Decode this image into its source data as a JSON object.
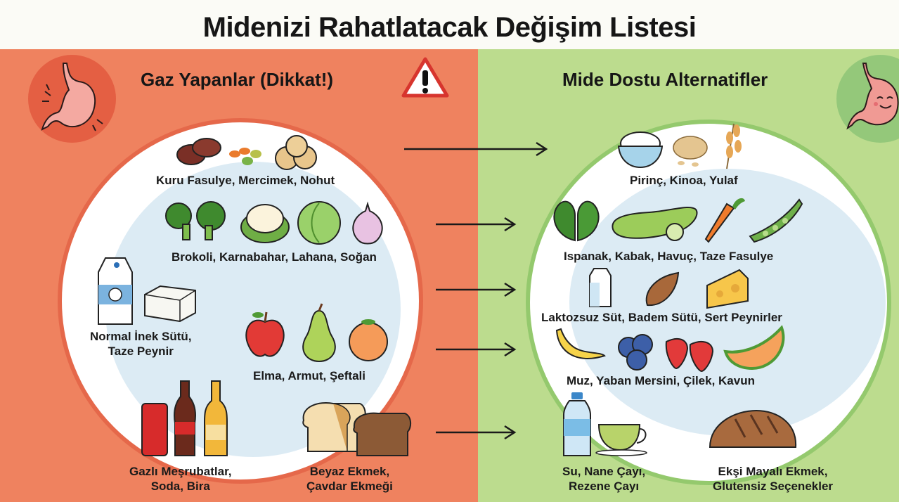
{
  "title": "Midenizi Rahatlatacak Değişim Listesi",
  "colors": {
    "left_panel": "#ef825f",
    "right_panel": "#bcdc8e",
    "plate_inner": "#dcebf4",
    "left_accent": "#e5684a",
    "right_accent": "#94c96d"
  },
  "left": {
    "heading": "Gaz Yapanlar (Dikkat!)",
    "heading_icon": "warning-triangle-icon",
    "badge_icon": "upset-stomach-icon",
    "groups": [
      {
        "label": "Kuru Fasulye, Mercimek, Nohut",
        "icons": [
          "kidney-bean-icon",
          "lentil-icon",
          "chickpea-icon"
        ]
      },
      {
        "label": "Brokoli, Karnabahar, Lahana, Soğan",
        "icons": [
          "broccoli-icon",
          "cauliflower-icon",
          "cabbage-icon",
          "onion-icon"
        ]
      },
      {
        "label_line1": "Normal İnek Sütü,",
        "label_line2": "Taze Peynir",
        "icons": [
          "milk-carton-icon",
          "fresh-cheese-icon"
        ]
      },
      {
        "label": "Elma, Armut, Şeftali",
        "icons": [
          "apple-icon",
          "pear-icon",
          "peach-icon"
        ]
      },
      {
        "label_line1": "Gazlı Meşrubatlar,",
        "label_line2": "Soda, Bira",
        "icons": [
          "soda-can-icon",
          "cola-bottle-icon",
          "beer-bottle-icon"
        ]
      },
      {
        "label_line1": "Beyaz Ekmek,",
        "label_line2": "Çavdar Ekmeği",
        "icons": [
          "white-bread-icon",
          "rye-bread-icon"
        ]
      }
    ]
  },
  "right": {
    "heading": "Mide Dostu Alternatifler",
    "badge_icon": "happy-stomach-icon",
    "groups": [
      {
        "label": "Pirinç, Kinoa, Yulaf",
        "icons": [
          "rice-bowl-icon",
          "quinoa-icon",
          "oat-stalk-icon"
        ]
      },
      {
        "label": "Ispanak, Kabak, Havuç, Taze Fasulye",
        "icons": [
          "spinach-icon",
          "zucchini-icon",
          "carrot-icon",
          "green-bean-icon"
        ]
      },
      {
        "label": "Laktozsuz Süt, Badem Sütü, Sert Peynirler",
        "icons": [
          "lactose-free-milk-icon",
          "almond-icon",
          "hard-cheese-icon"
        ]
      },
      {
        "label": "Muz, Yaban Mersini, Çilek, Kavun",
        "icons": [
          "banana-icon",
          "blueberry-icon",
          "strawberry-icon",
          "melon-icon"
        ]
      },
      {
        "label_line1": "Su, Nane Çayı,",
        "label_line2": "Rezene Çayı",
        "icons": [
          "water-bottle-icon",
          "herbal-tea-icon"
        ]
      },
      {
        "label_line1": "Ekşi Mayalı Ekmek,",
        "label_line2": "Glutensiz Seçenekler",
        "icons": [
          "sourdough-bread-icon"
        ]
      }
    ]
  },
  "arrows": [
    {
      "from": "legumes",
      "to": "grains"
    },
    {
      "from": "cruciferous",
      "to": "vegetables"
    },
    {
      "from": "dairy",
      "to": "alt-dairy"
    },
    {
      "from": "fruits",
      "to": "alt-fruits"
    },
    {
      "from": "bread",
      "to": "alt-bread"
    }
  ]
}
